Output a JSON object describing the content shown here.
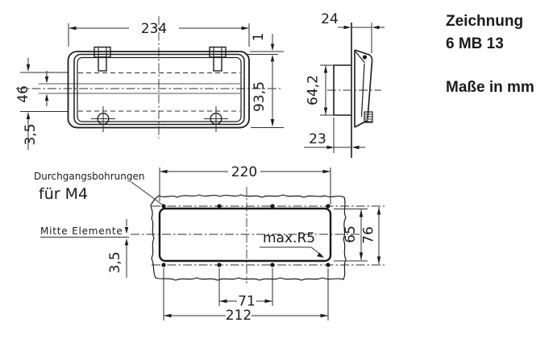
{
  "colors": {
    "ink": "#1b1b1b",
    "dim_line": "#2e2e2e",
    "background": "#ffffff"
  },
  "title_block": {
    "line1": "Zeichnung",
    "line2": "6 MB 13",
    "line3": "Maße in mm"
  },
  "front_view": {
    "dim_width": "234",
    "dim_lid_gap": "1",
    "dim_height": "93,5",
    "dim_row_spacing": "46",
    "dim_row_offset": "3,5"
  },
  "side_view": {
    "dim_front_depth": "24",
    "dim_insert_height": "64,2",
    "dim_rear_depth": "23"
  },
  "panel_cutout_view": {
    "dim_cutout_width": "220",
    "dim_hole_span": "212",
    "dim_hole_pitch": "71",
    "dim_cutout_height": "65",
    "dim_hole_row_spacing": "76",
    "dim_center_offset": "3,5",
    "holes_label_line1": "Durchgangsbohrungen",
    "holes_label_line2": "für M4",
    "center_label": "Mitte Elemente",
    "corner_radius_label": "max.R5"
  }
}
